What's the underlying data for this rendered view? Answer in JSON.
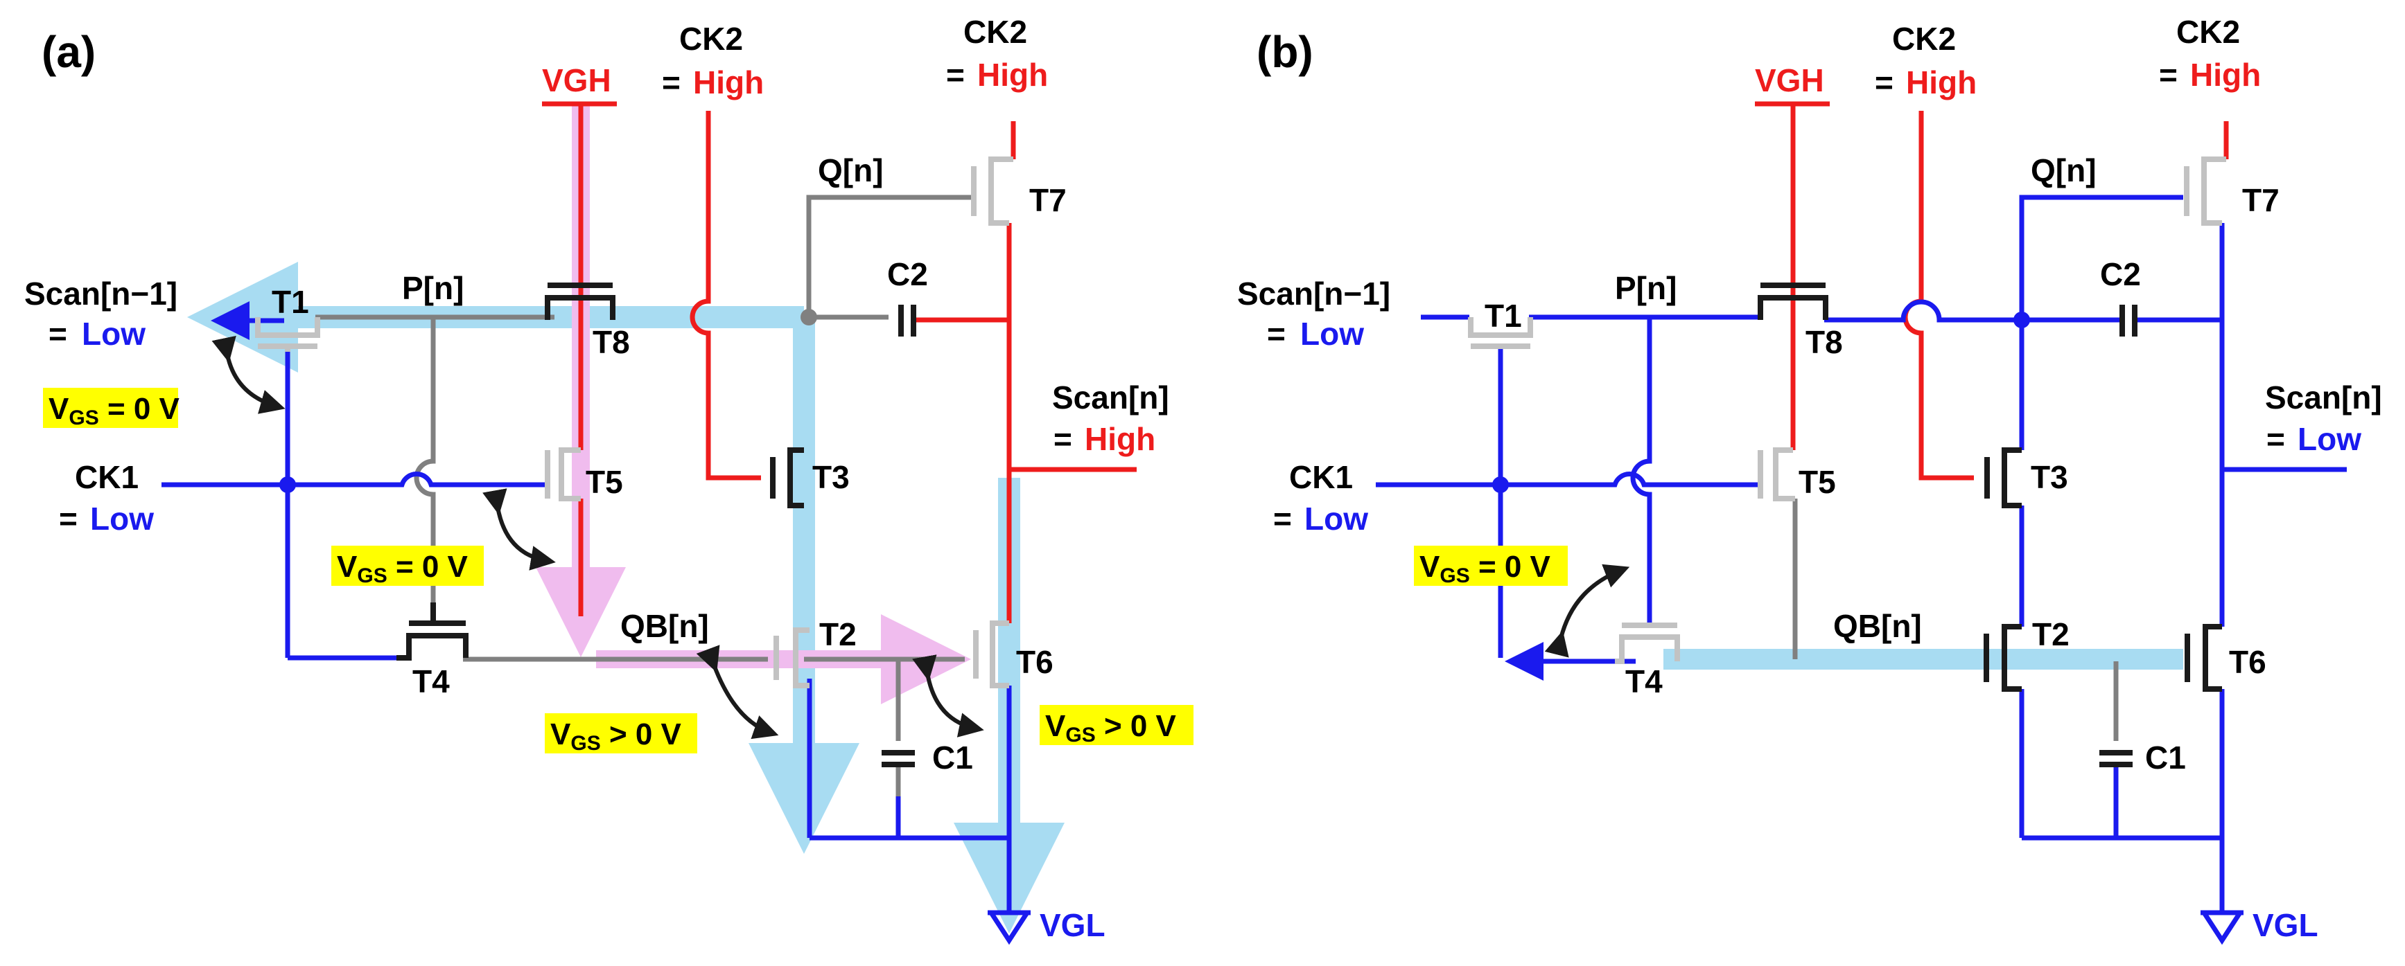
{
  "colors": {
    "high": "#ee1c1c",
    "low": "#1a1aee",
    "neutral": "#808080",
    "dark": "#1a1a1a",
    "off_transistor": "#c2c2c2",
    "current_path": "#a8dcf2",
    "pink_path": "#f0bcee",
    "vgs_highlight": "#ffff00",
    "text": "#000000"
  },
  "panel_a": {
    "label": "(a)",
    "vgh": "VGH",
    "vgl": "VGL",
    "ck2_top_left": {
      "name": "CK2",
      "eq": "=",
      "value": "High"
    },
    "ck2_top_right": {
      "name": "CK2",
      "eq": "=",
      "value": "High"
    },
    "scan_prev": {
      "name": "Scan[n−1]",
      "eq": "=",
      "value": "Low"
    },
    "ck1": {
      "name": "CK1",
      "eq": "=",
      "value": "Low"
    },
    "scan_n": {
      "name": "Scan[n]",
      "eq": "=",
      "value": "High"
    },
    "nodes": {
      "p": "P[n]",
      "q": "Q[n]",
      "qb": "QB[n]"
    },
    "devices": {
      "t1": "T1",
      "t2": "T2",
      "t3": "T3",
      "t4": "T4",
      "t5": "T5",
      "t6": "T6",
      "t7": "T7",
      "t8": "T8",
      "c1": "C1",
      "c2": "C2"
    },
    "vgs_t1": {
      "main": "V",
      "sub": "GS",
      "rest": " = 0 V"
    },
    "vgs_t5": {
      "main": "V",
      "sub": "GS",
      "rest": " = 0 V"
    },
    "vgs_t2": {
      "main": "V",
      "sub": "GS",
      "rest": " > 0 V"
    },
    "vgs_t6": {
      "main": "V",
      "sub": "GS",
      "rest": " > 0 V"
    }
  },
  "panel_b": {
    "label": "(b)",
    "vgh": "VGH",
    "vgl": "VGL",
    "ck2_top_left": {
      "name": "CK2",
      "eq": "=",
      "value": "High"
    },
    "ck2_top_right": {
      "name": "CK2",
      "eq": "=",
      "value": "High"
    },
    "scan_prev": {
      "name": "Scan[n−1]",
      "eq": "=",
      "value": "Low"
    },
    "ck1": {
      "name": "CK1",
      "eq": "=",
      "value": "Low"
    },
    "scan_n": {
      "name": "Scan[n]",
      "eq": "=",
      "value": "Low"
    },
    "nodes": {
      "p": "P[n]",
      "q": "Q[n]",
      "qb": "QB[n]"
    },
    "devices": {
      "t1": "T1",
      "t2": "T2",
      "t3": "T3",
      "t4": "T4",
      "t5": "T5",
      "t6": "T6",
      "t7": "T7",
      "t8": "T8",
      "c1": "C1",
      "c2": "C2"
    },
    "vgs_t4": {
      "main": "V",
      "sub": "GS",
      "rest": " = 0 V"
    }
  }
}
